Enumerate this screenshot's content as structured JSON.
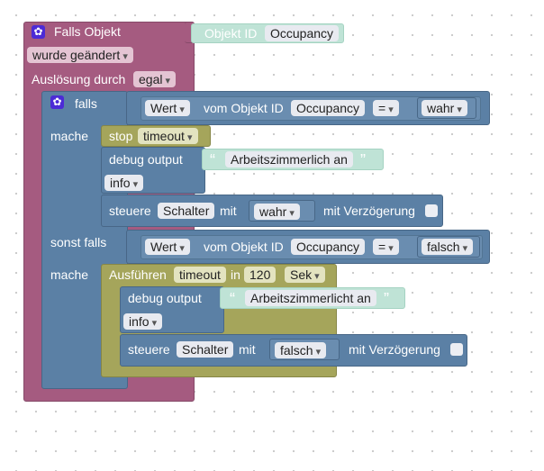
{
  "trigger": {
    "title": "Falls Objekt",
    "object_label": "Objekt ID",
    "object_value": "Occupancy",
    "change_mode": "wurde geändert",
    "trigger_label": "Auslösung durch",
    "trigger_value": "egal"
  },
  "if_block": {
    "if_label": "falls",
    "then_label": "mache",
    "elseif_label": "sonst falls",
    "else_then_label": "mache"
  },
  "cond1": {
    "value_dropdown": "Wert",
    "of_object": "vom Objekt ID",
    "object_value": "Occupancy",
    "operator": "=",
    "compare_value": "wahr"
  },
  "stop_block": {
    "label": "stop",
    "timer": "timeout"
  },
  "debug1": {
    "label": "debug output",
    "text": "Arbeitszimmerlich an",
    "level": "info"
  },
  "control1": {
    "label": "steuere",
    "target": "Schalter",
    "with_label": "mit",
    "value": "wahr",
    "delay_label": "mit Verzögerung"
  },
  "cond2": {
    "value_dropdown": "Wert",
    "of_object": "vom Objekt ID",
    "object_value": "Occupancy",
    "operator": "=",
    "compare_value": "falsch"
  },
  "timeout_block": {
    "label": "Ausführen",
    "timer": "timeout",
    "in_label": "in",
    "duration": "120",
    "unit": "Sek"
  },
  "debug2": {
    "label": "debug output",
    "text": "Arbeitszimmerlicht an",
    "level": "info"
  },
  "control2": {
    "label": "steuere",
    "target": "Schalter",
    "with_label": "mit",
    "value": "falsch",
    "delay_label": "mit Verzögerung"
  },
  "colors": {
    "event": "#a55b80",
    "logic": "#5b80a5",
    "timer": "#a5a55b",
    "text": "#5ba58c",
    "gear": "#4c2bd6"
  }
}
